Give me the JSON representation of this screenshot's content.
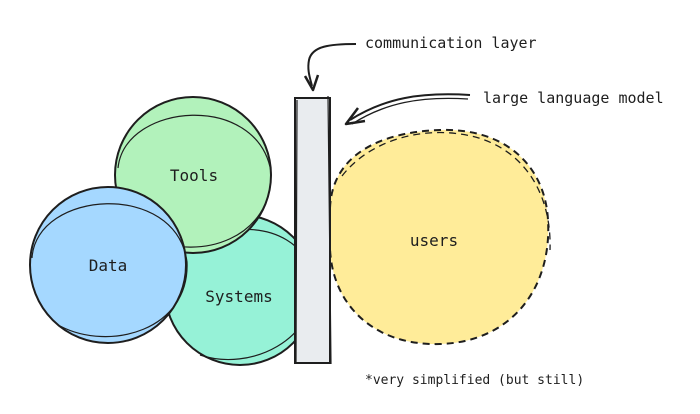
{
  "labels": {
    "communication_layer": "communication layer",
    "large_language_model": "large language model",
    "tools": "Tools",
    "data": "Data",
    "systems": "Systems",
    "users": "users",
    "footnote": "*very simplified (but still)"
  },
  "colors": {
    "tools_fill": "#b2f2bb",
    "data_fill": "#a5d8ff",
    "systems_fill": "#96f2d7",
    "users_fill": "#ffec99",
    "layer_fill": "#e9ecef",
    "stroke": "#1e1e1e"
  }
}
